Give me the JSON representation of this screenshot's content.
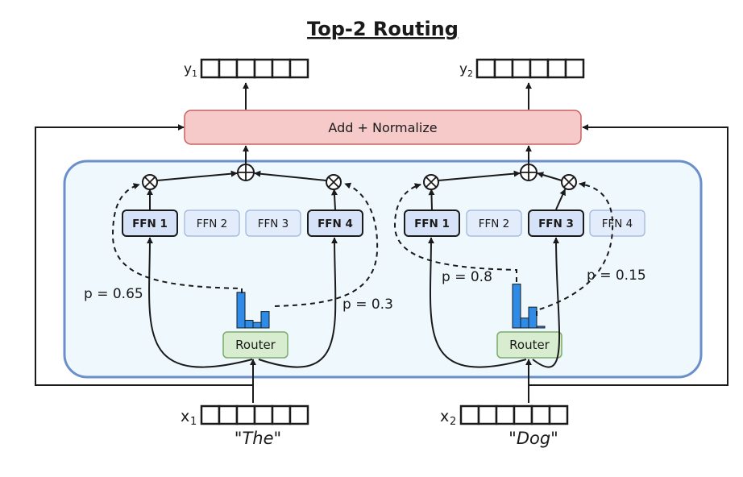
{
  "title": "Top-2 Routing",
  "add_normalize": "Add + Normalize",
  "colors": {
    "panel_fill": "#eef8fd",
    "panel_stroke": "#6a8fcb",
    "norm_fill": "#f7caca",
    "norm_stroke": "#c96060",
    "router_fill": "#d8eccf",
    "router_stroke": "#7cab6b",
    "ffn_active_fill": "#d6e2f7",
    "ffn_inactive_fill": "#e3ecfa",
    "ffn_inactive_stroke": "#9db3d9",
    "bar_color": "#2f8be8"
  },
  "tokens": [
    {
      "input_symbol": "x",
      "input_subscript": "1",
      "output_symbol": "y",
      "output_subscript": "1",
      "word": "\"The\"",
      "router_label": "Router",
      "experts": [
        {
          "label": "FFN 1",
          "active": true
        },
        {
          "label": "FFN 2",
          "active": false
        },
        {
          "label": "FFN 3",
          "active": false
        },
        {
          "label": "FFN 4",
          "active": true
        }
      ],
      "probabilities": [
        {
          "expert": "FFN 1",
          "label": "p = 0.65"
        },
        {
          "expert": "FFN 4",
          "label": "p = 0.3"
        }
      ],
      "router_distribution": [
        0.65,
        0.14,
        0.1,
        0.3
      ]
    },
    {
      "input_symbol": "x",
      "input_subscript": "2",
      "output_symbol": "y",
      "output_subscript": "2",
      "word": "\"Dog\"",
      "router_label": "Router",
      "experts": [
        {
          "label": "FFN 1",
          "active": true
        },
        {
          "label": "FFN 2",
          "active": false
        },
        {
          "label": "FFN 3",
          "active": true
        },
        {
          "label": "FFN 4",
          "active": false
        }
      ],
      "probabilities": [
        {
          "expert": "FFN 1",
          "label": "p = 0.8"
        },
        {
          "expert": "FFN 3",
          "label": "p = 0.15"
        }
      ],
      "router_distribution": [
        0.8,
        0.18,
        0.38,
        0.03
      ]
    }
  ]
}
